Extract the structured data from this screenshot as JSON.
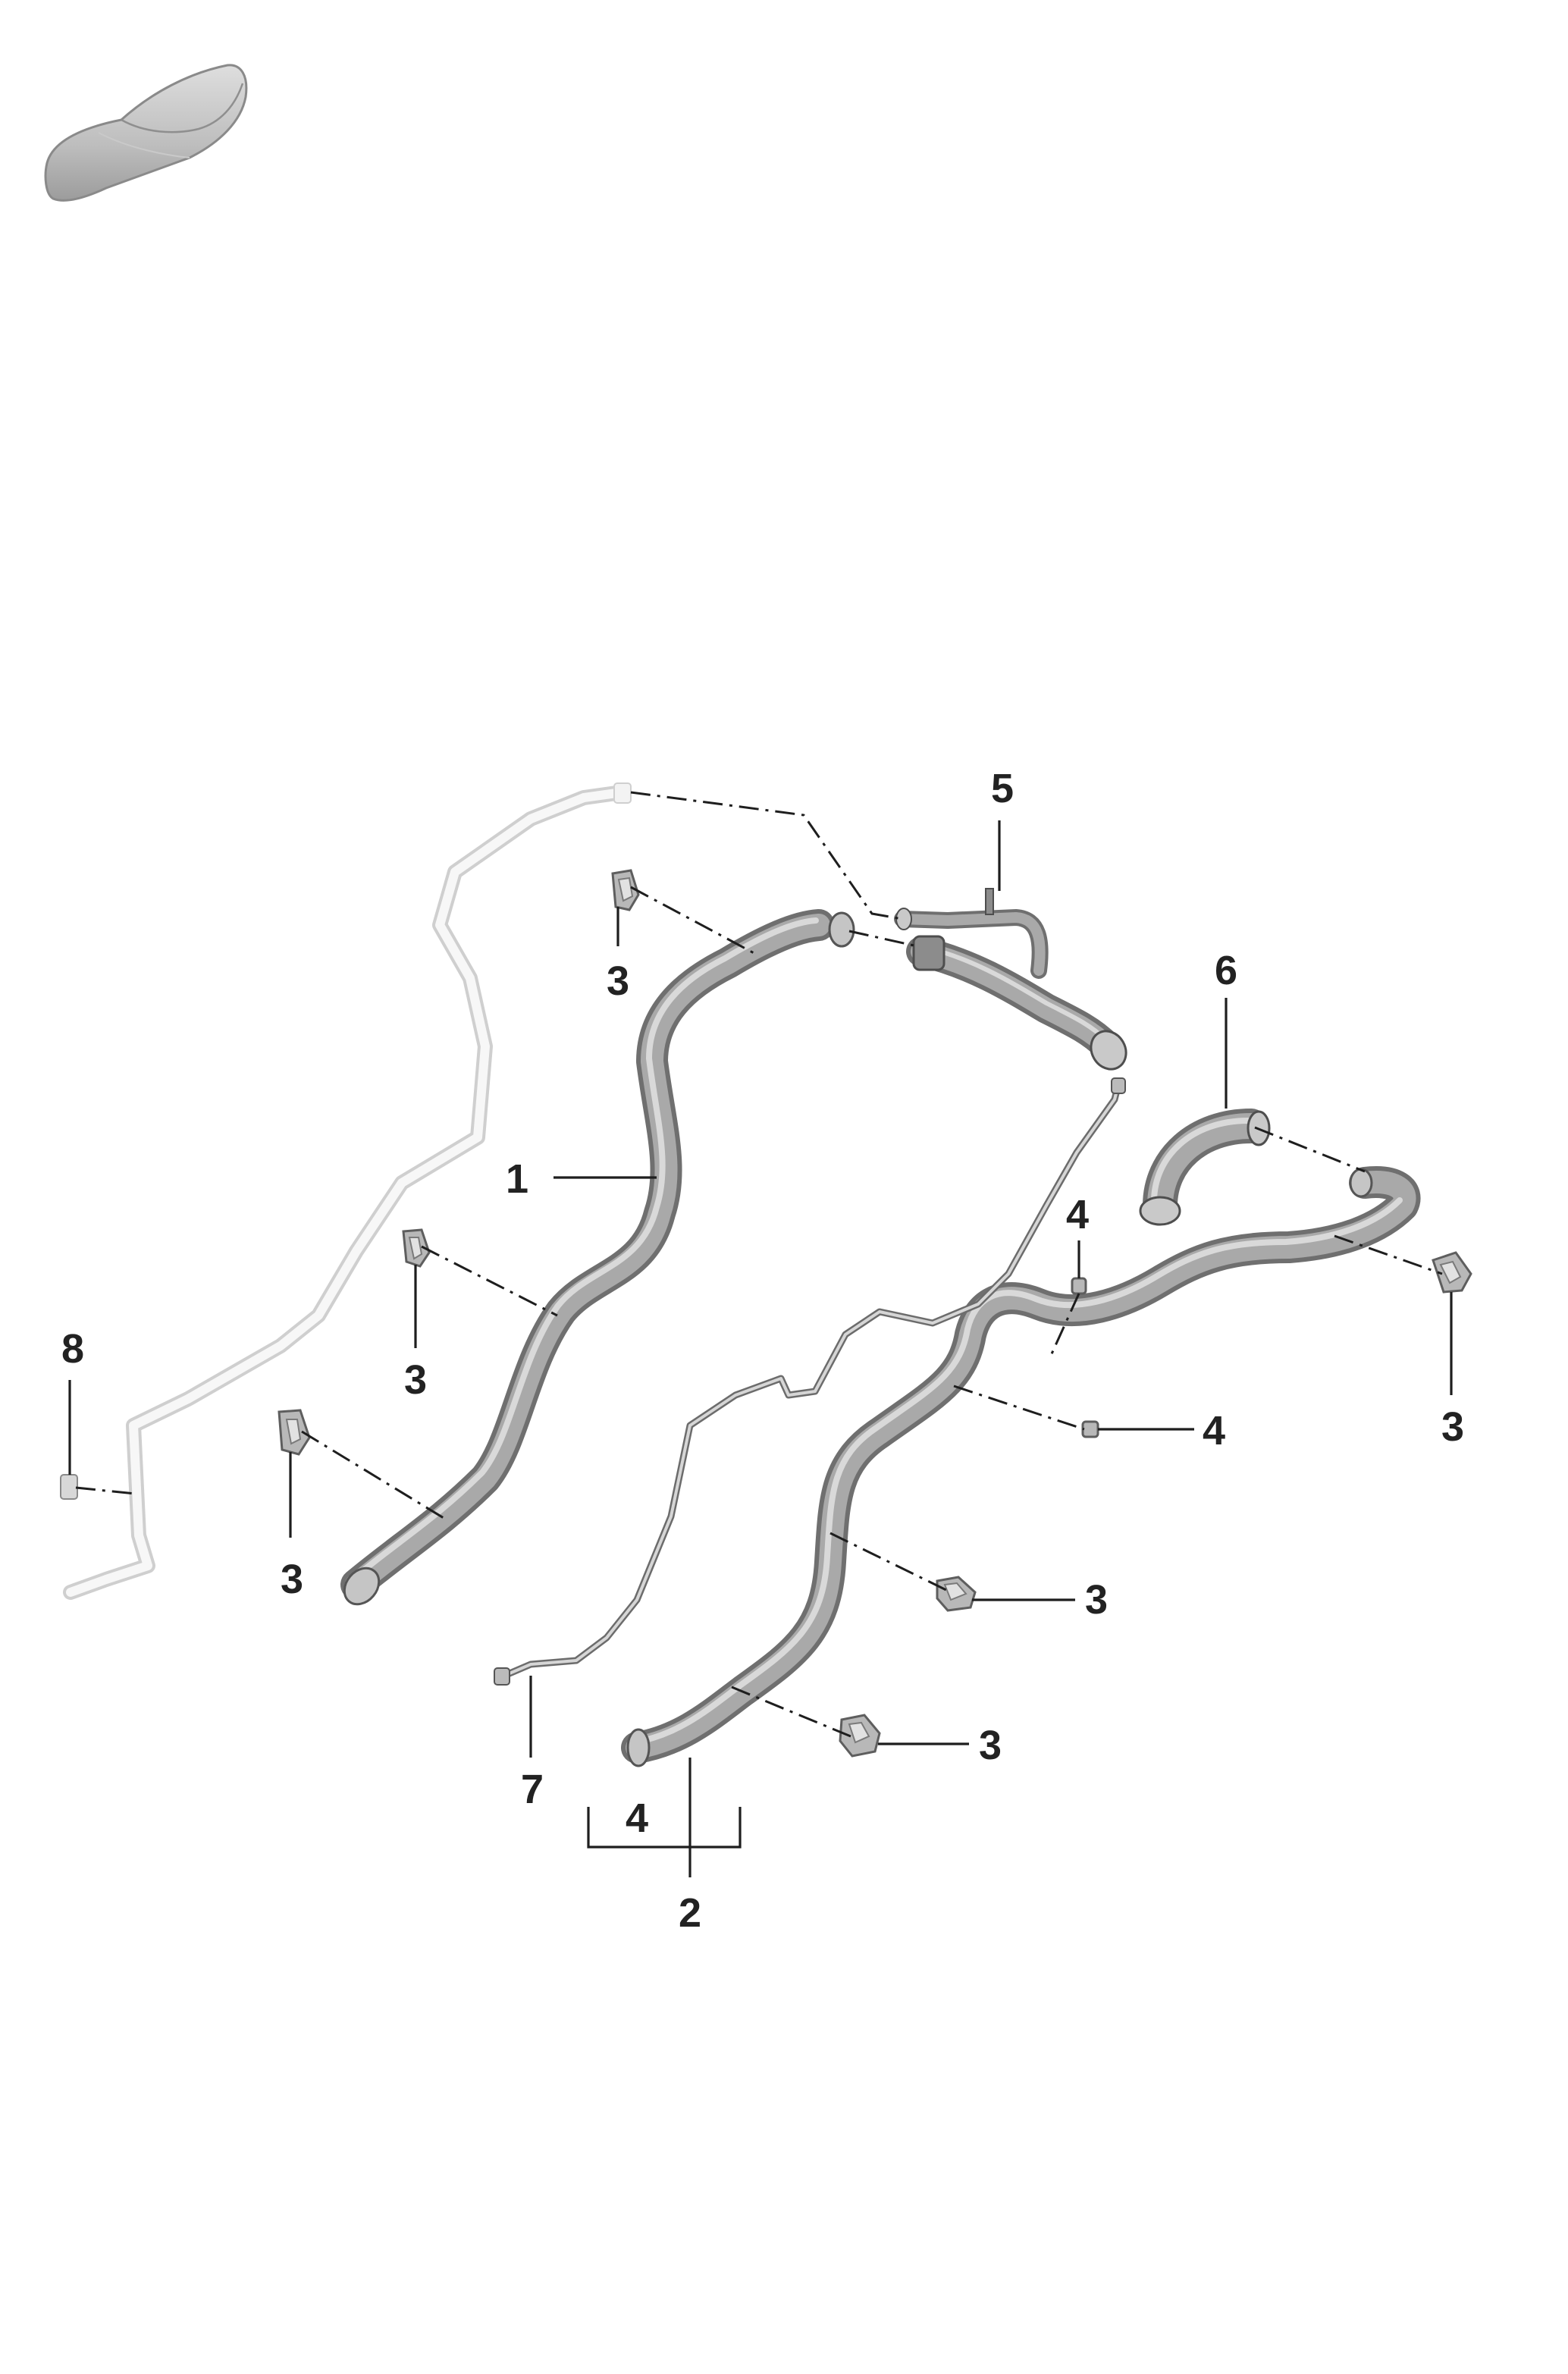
{
  "diagram": {
    "callouts": {
      "hose_1": "1",
      "hose_2": "2",
      "clip_3_top": "3",
      "clip_3_upper_left": "3",
      "clip_3_lower_left": "3",
      "clip_3_right": "3",
      "clip_3_mid_right": "3",
      "clip_3_bottom_right": "3",
      "clip_4_top": "4",
      "clip_4_mid": "4",
      "bracket_4": "4",
      "hose_5": "5",
      "hose_6": "6",
      "pipe_7": "7",
      "clip_8": "8"
    },
    "colors": {
      "hose": "#a9a9a9",
      "hose_outline": "#6f6f6f",
      "ghost_hose": "#f7f7f7",
      "callout_text": "#222222",
      "background": "#ffffff"
    },
    "icons": {
      "vehicle_thumbnail": "car-silhouette-icon"
    }
  }
}
